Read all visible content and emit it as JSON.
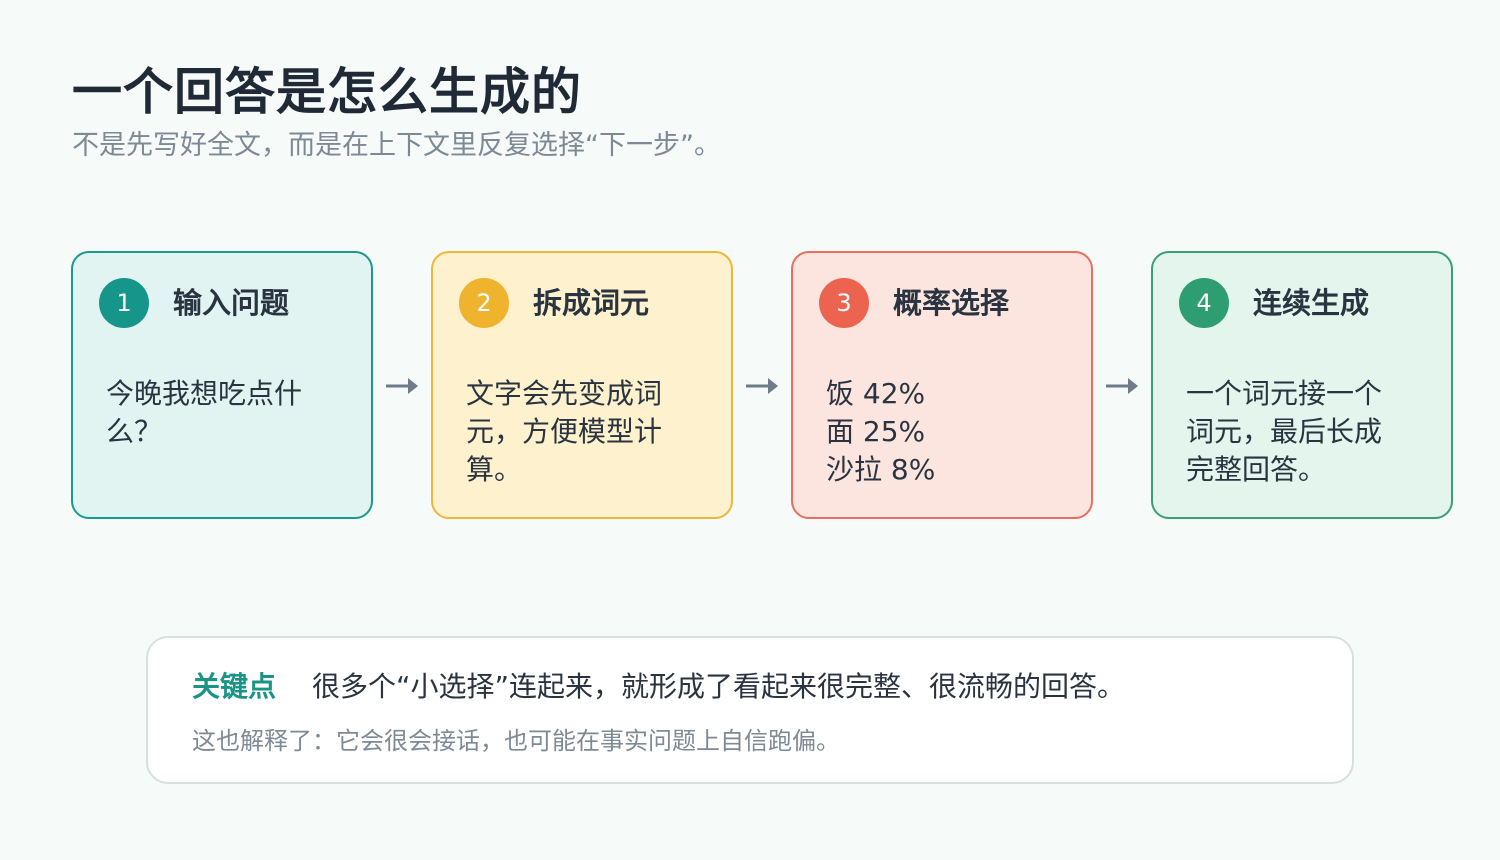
{
  "header": {
    "title": "一个回答是怎么生成的",
    "subtitle": "不是先写好全文，而是在上下文里反复选择“下一步”。"
  },
  "steps": [
    {
      "number": "1",
      "title": "输入问题",
      "body": [
        "今晚我想吃点什",
        "么？"
      ],
      "accent": "#16958a",
      "bg": "#e2f4f2",
      "border": "#1a9a8d"
    },
    {
      "number": "2",
      "title": "拆成词元",
      "body": [
        "文字会先变成词",
        "元，方便模型计",
        "算。"
      ],
      "accent": "#efb32d",
      "bg": "#fdf2cd",
      "border": "#efb73a"
    },
    {
      "number": "3",
      "title": "概率选择",
      "body": [
        "饭 42%",
        "面 25%",
        "沙拉 8%"
      ],
      "accent": "#ec6450",
      "bg": "#fde5df",
      "border": "#e86f5e"
    },
    {
      "number": "4",
      "title": "连续生成",
      "body": [
        "一个词元接一个",
        "词元，最后长成",
        "完整回答。"
      ],
      "accent": "#2f9d72",
      "bg": "#e3f5ec",
      "border": "#3a9f78"
    }
  ],
  "arrow_color": "#6f7b8b",
  "callout": {
    "label": "关键点",
    "main": "很多个“小选择”连起来，就形成了看起来很完整、很流畅的回答。",
    "sub": "这也解释了：它会很会接话，也可能在事实问题上自信跑偏。"
  }
}
